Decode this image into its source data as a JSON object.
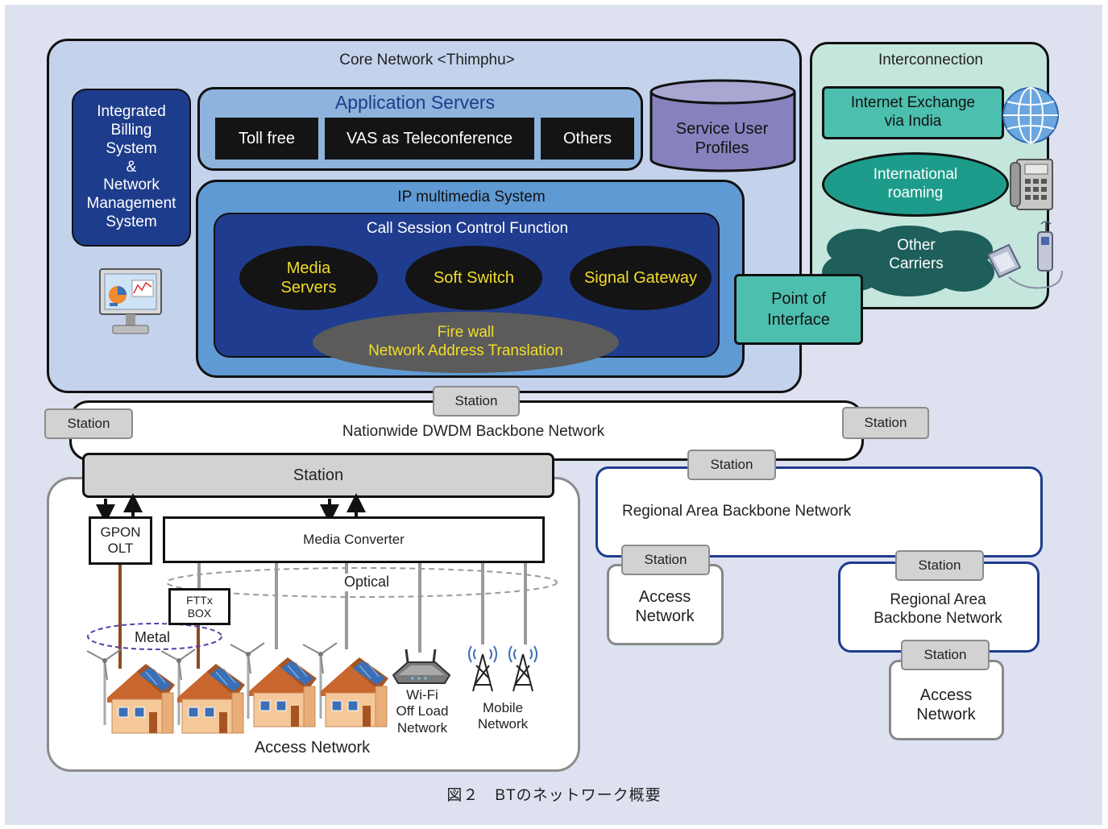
{
  "core": {
    "title": "Core Network <Thimphu>",
    "billing": "Integrated\nBilling\nSystem\n&\nNetwork\nManagement\nSystem",
    "app_servers": {
      "title": "Application Servers",
      "items": [
        "Toll free",
        "VAS as Teleconference",
        "Others"
      ]
    },
    "service_user_profiles": "Service User\nProfiles",
    "ims": {
      "title": "IP multimedia System",
      "cscf": "Call Session Control Function",
      "media_servers": "Media\nServers",
      "soft_switch": "Soft Switch",
      "signal_gateway": "Signal Gateway",
      "firewall": "Fire wall\nNetwork Address Translation"
    }
  },
  "interconnection": {
    "title": "Interconnection",
    "internet_exchange": "Internet Exchange\nvia India",
    "intl_roaming": "International\nroaming",
    "other_carriers": "Other\nCarriers",
    "point_of_interface": "Point of\nInterface"
  },
  "backbone": {
    "title": "Nationwide DWDM Backbone Network",
    "station_label": "Station"
  },
  "access": {
    "station_label": "Station",
    "gpon": "GPON\nOLT",
    "media_converter": "Media Converter",
    "optical": "Optical",
    "fttx": "FTTx\nBOX",
    "metal": "Metal",
    "wifi": "Wi-Fi\nOff Load\nNetwork",
    "mobile": "Mobile\nNetwork",
    "title": "Access Network"
  },
  "regional": {
    "title": "Regional Area Backbone Network",
    "title2": "Regional Area\nBackbone Network",
    "access_network": "Access\nNetwork",
    "station_label": "Station"
  },
  "caption": "図２　BTのネットワーク概要",
  "colors": {
    "background": "#dde1f0",
    "core_fill": "#c4d3eb",
    "app_fill": "#8eb3dc",
    "ims_fill": "#5f9ad4",
    "cscf_fill": "#1f3c8e",
    "billing_fill": "#1d3c8c",
    "interconn_fill": "#c5e6dd",
    "teal": "#4dbfae",
    "dark_teal": "#1d9c8c",
    "cloud": "#1e5e5b",
    "regional_border": "#1d3c8c",
    "yellow_text": "#f3dd2a"
  }
}
